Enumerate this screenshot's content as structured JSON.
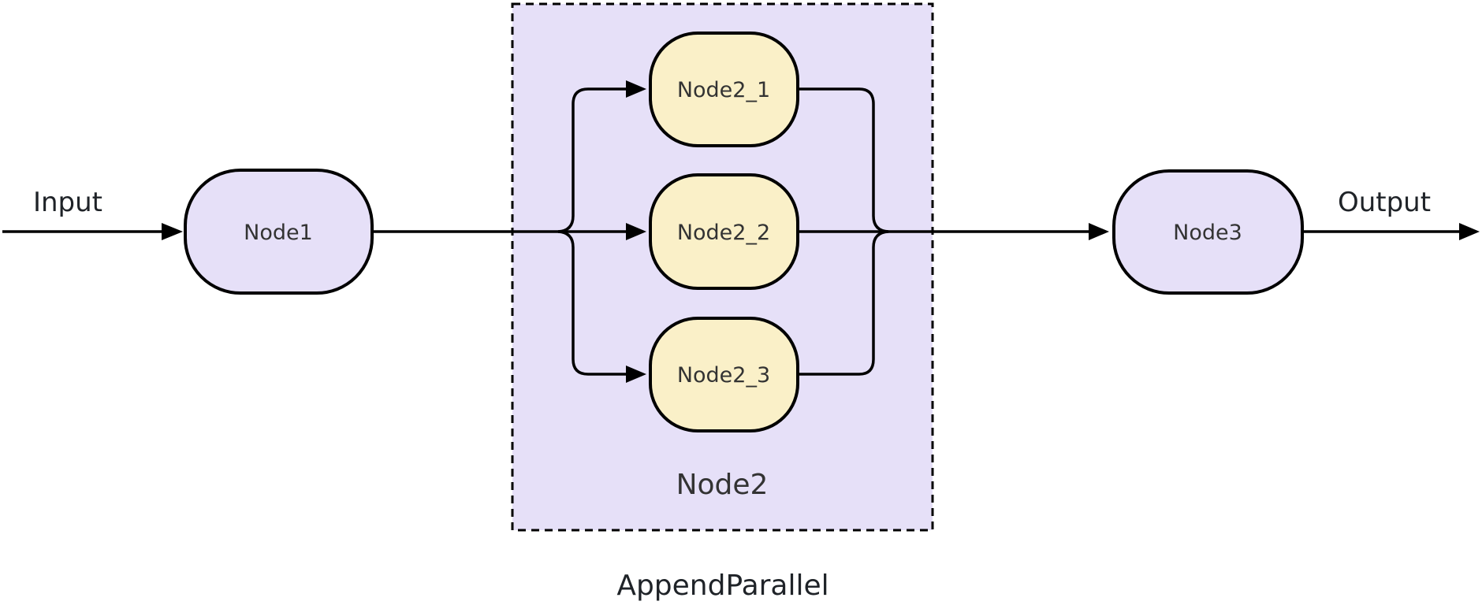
{
  "diagram": {
    "io_labels": {
      "input": "Input",
      "output": "Output"
    },
    "cluster": {
      "label": "Node2",
      "caption": "AppendParallel"
    },
    "nodes": {
      "node1": {
        "label": "Node1"
      },
      "node2_1": {
        "label": "Node2_1"
      },
      "node2_2": {
        "label": "Node2_2"
      },
      "node2_3": {
        "label": "Node2_3"
      },
      "node3": {
        "label": "Node3"
      }
    },
    "edges": [
      {
        "from": "Input",
        "to": "Node1"
      },
      {
        "from": "Node1",
        "to": "Node2_1"
      },
      {
        "from": "Node1",
        "to": "Node2_2"
      },
      {
        "from": "Node1",
        "to": "Node2_3"
      },
      {
        "from": "Node2_1",
        "to": "Node3"
      },
      {
        "from": "Node2_2",
        "to": "Node3"
      },
      {
        "from": "Node2_3",
        "to": "Node3"
      },
      {
        "from": "Node3",
        "to": "Output"
      }
    ],
    "colors": {
      "lavender_fill": "#e6e0f8",
      "yellow_fill": "#faf0c8",
      "cluster_fill": "#e6e0f8",
      "stroke": "#000000",
      "node_text": "#333333",
      "label_text": "#1f2328"
    }
  }
}
